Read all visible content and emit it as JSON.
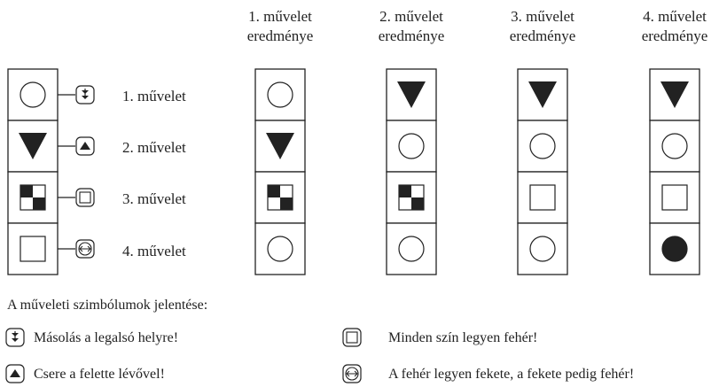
{
  "header": {
    "columns": [
      {
        "line1": "1. művelet",
        "line2": "eredménye"
      },
      {
        "line1": "2. művelet",
        "line2": "eredménye"
      },
      {
        "line1": "3. művelet",
        "line2": "eredménye"
      },
      {
        "line1": "4. művelet",
        "line2": "eredménye"
      }
    ]
  },
  "initial": {
    "cells": [
      "circle-white",
      "triangle-black",
      "checker",
      "square-white"
    ]
  },
  "operations": [
    {
      "label": "1. művelet",
      "icon": "copy-down-icon"
    },
    {
      "label": "2. művelet",
      "icon": "swap-up-icon"
    },
    {
      "label": "3. művelet",
      "icon": "whiten-icon"
    },
    {
      "label": "4. művelet",
      "icon": "invert-icon"
    }
  ],
  "results": [
    {
      "cells": [
        "circle-white",
        "triangle-black",
        "checker",
        "circle-white"
      ]
    },
    {
      "cells": [
        "triangle-black",
        "circle-white",
        "checker",
        "circle-white"
      ]
    },
    {
      "cells": [
        "triangle-black",
        "circle-white",
        "square-white",
        "circle-white"
      ]
    },
    {
      "cells": [
        "triangle-black",
        "circle-white",
        "square-white",
        "circle-black"
      ]
    }
  ],
  "legend": {
    "title": "A műveleti szimbólumok jelentése:",
    "items": [
      {
        "icon": "copy-down-icon",
        "text": "Másolás a legalsó helyre!"
      },
      {
        "icon": "whiten-icon",
        "text": "Minden szín legyen fehér!"
      },
      {
        "icon": "swap-up-icon",
        "text": "Csere a felette lévővel!"
      },
      {
        "icon": "invert-icon",
        "text": "A fehér legyen fekete, a fekete pedig fehér!"
      }
    ]
  }
}
